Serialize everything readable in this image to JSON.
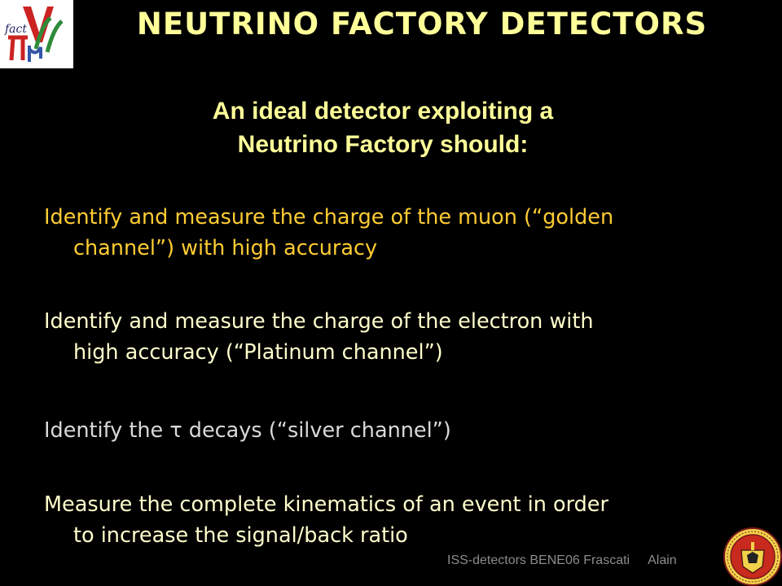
{
  "slide": {
    "title": "NEUTRINO FACTORY DETECTORS",
    "subtitle": [
      "An ideal detector exploiting a",
      "Neutrino Factory should:"
    ],
    "bullets": [
      {
        "line1": "Identify and measure the charge of the muon (“golden",
        "line2": "channel”) with high accuracy"
      },
      {
        "line1": "Identify and measure the charge of the electron with",
        "line2": "high accuracy (“Platinum channel”)"
      },
      {
        "line1": "Identify the τ decays (“silver channel”)",
        "line2": ""
      },
      {
        "line1": "Measure the complete kinematics of an event in order",
        "line2": "to increase the signal/back ratio"
      }
    ],
    "footer": {
      "left": "ISS-detectors  BENE06 Frascati",
      "right": "Alain"
    }
  },
  "logo": {
    "text": "fact",
    "icon": "nu-fact-logo"
  },
  "seal": {
    "icon": "university-seal"
  },
  "colors": {
    "background": "#000000",
    "title": "#ffff99",
    "bullet_gold": "#ffcc33",
    "bullet_light": "#ffffcc",
    "bullet_gray": "#d9d9d9",
    "footer": "#8c8c8c"
  }
}
